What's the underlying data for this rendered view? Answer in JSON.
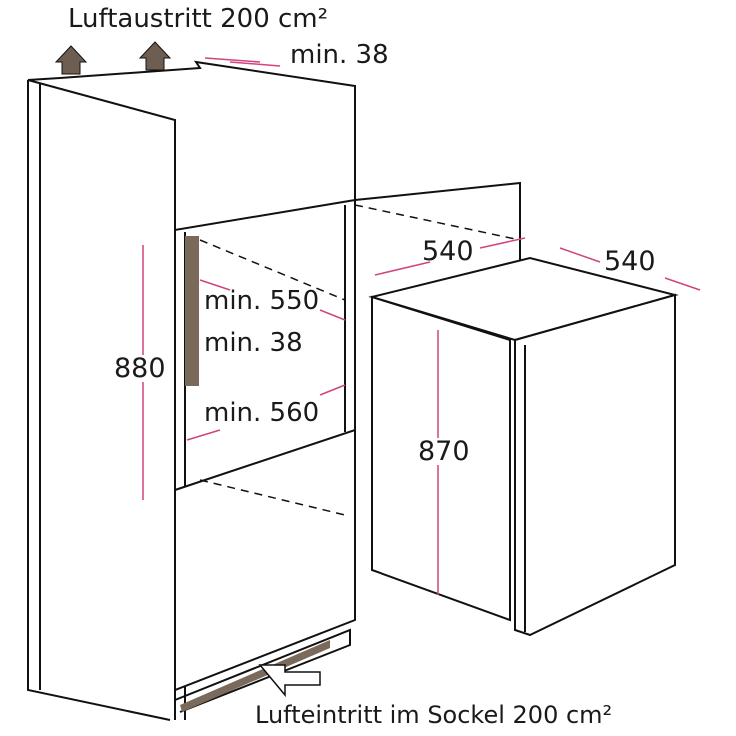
{
  "labels": {
    "air_outlet": "Luftaustritt 200 cm²",
    "top_clearance": "min. 38",
    "niche_depth": "min. 550",
    "rear_gap": "min. 38",
    "niche_width": "min. 560",
    "niche_height": "880",
    "appliance_depth": "540",
    "appliance_width": "540",
    "appliance_height": "870",
    "air_inlet": "Lufteintritt im Sockel 200 cm²"
  },
  "colors": {
    "line": "#111111",
    "dimension": "#d0457f",
    "vent": "#7a6a5c"
  }
}
